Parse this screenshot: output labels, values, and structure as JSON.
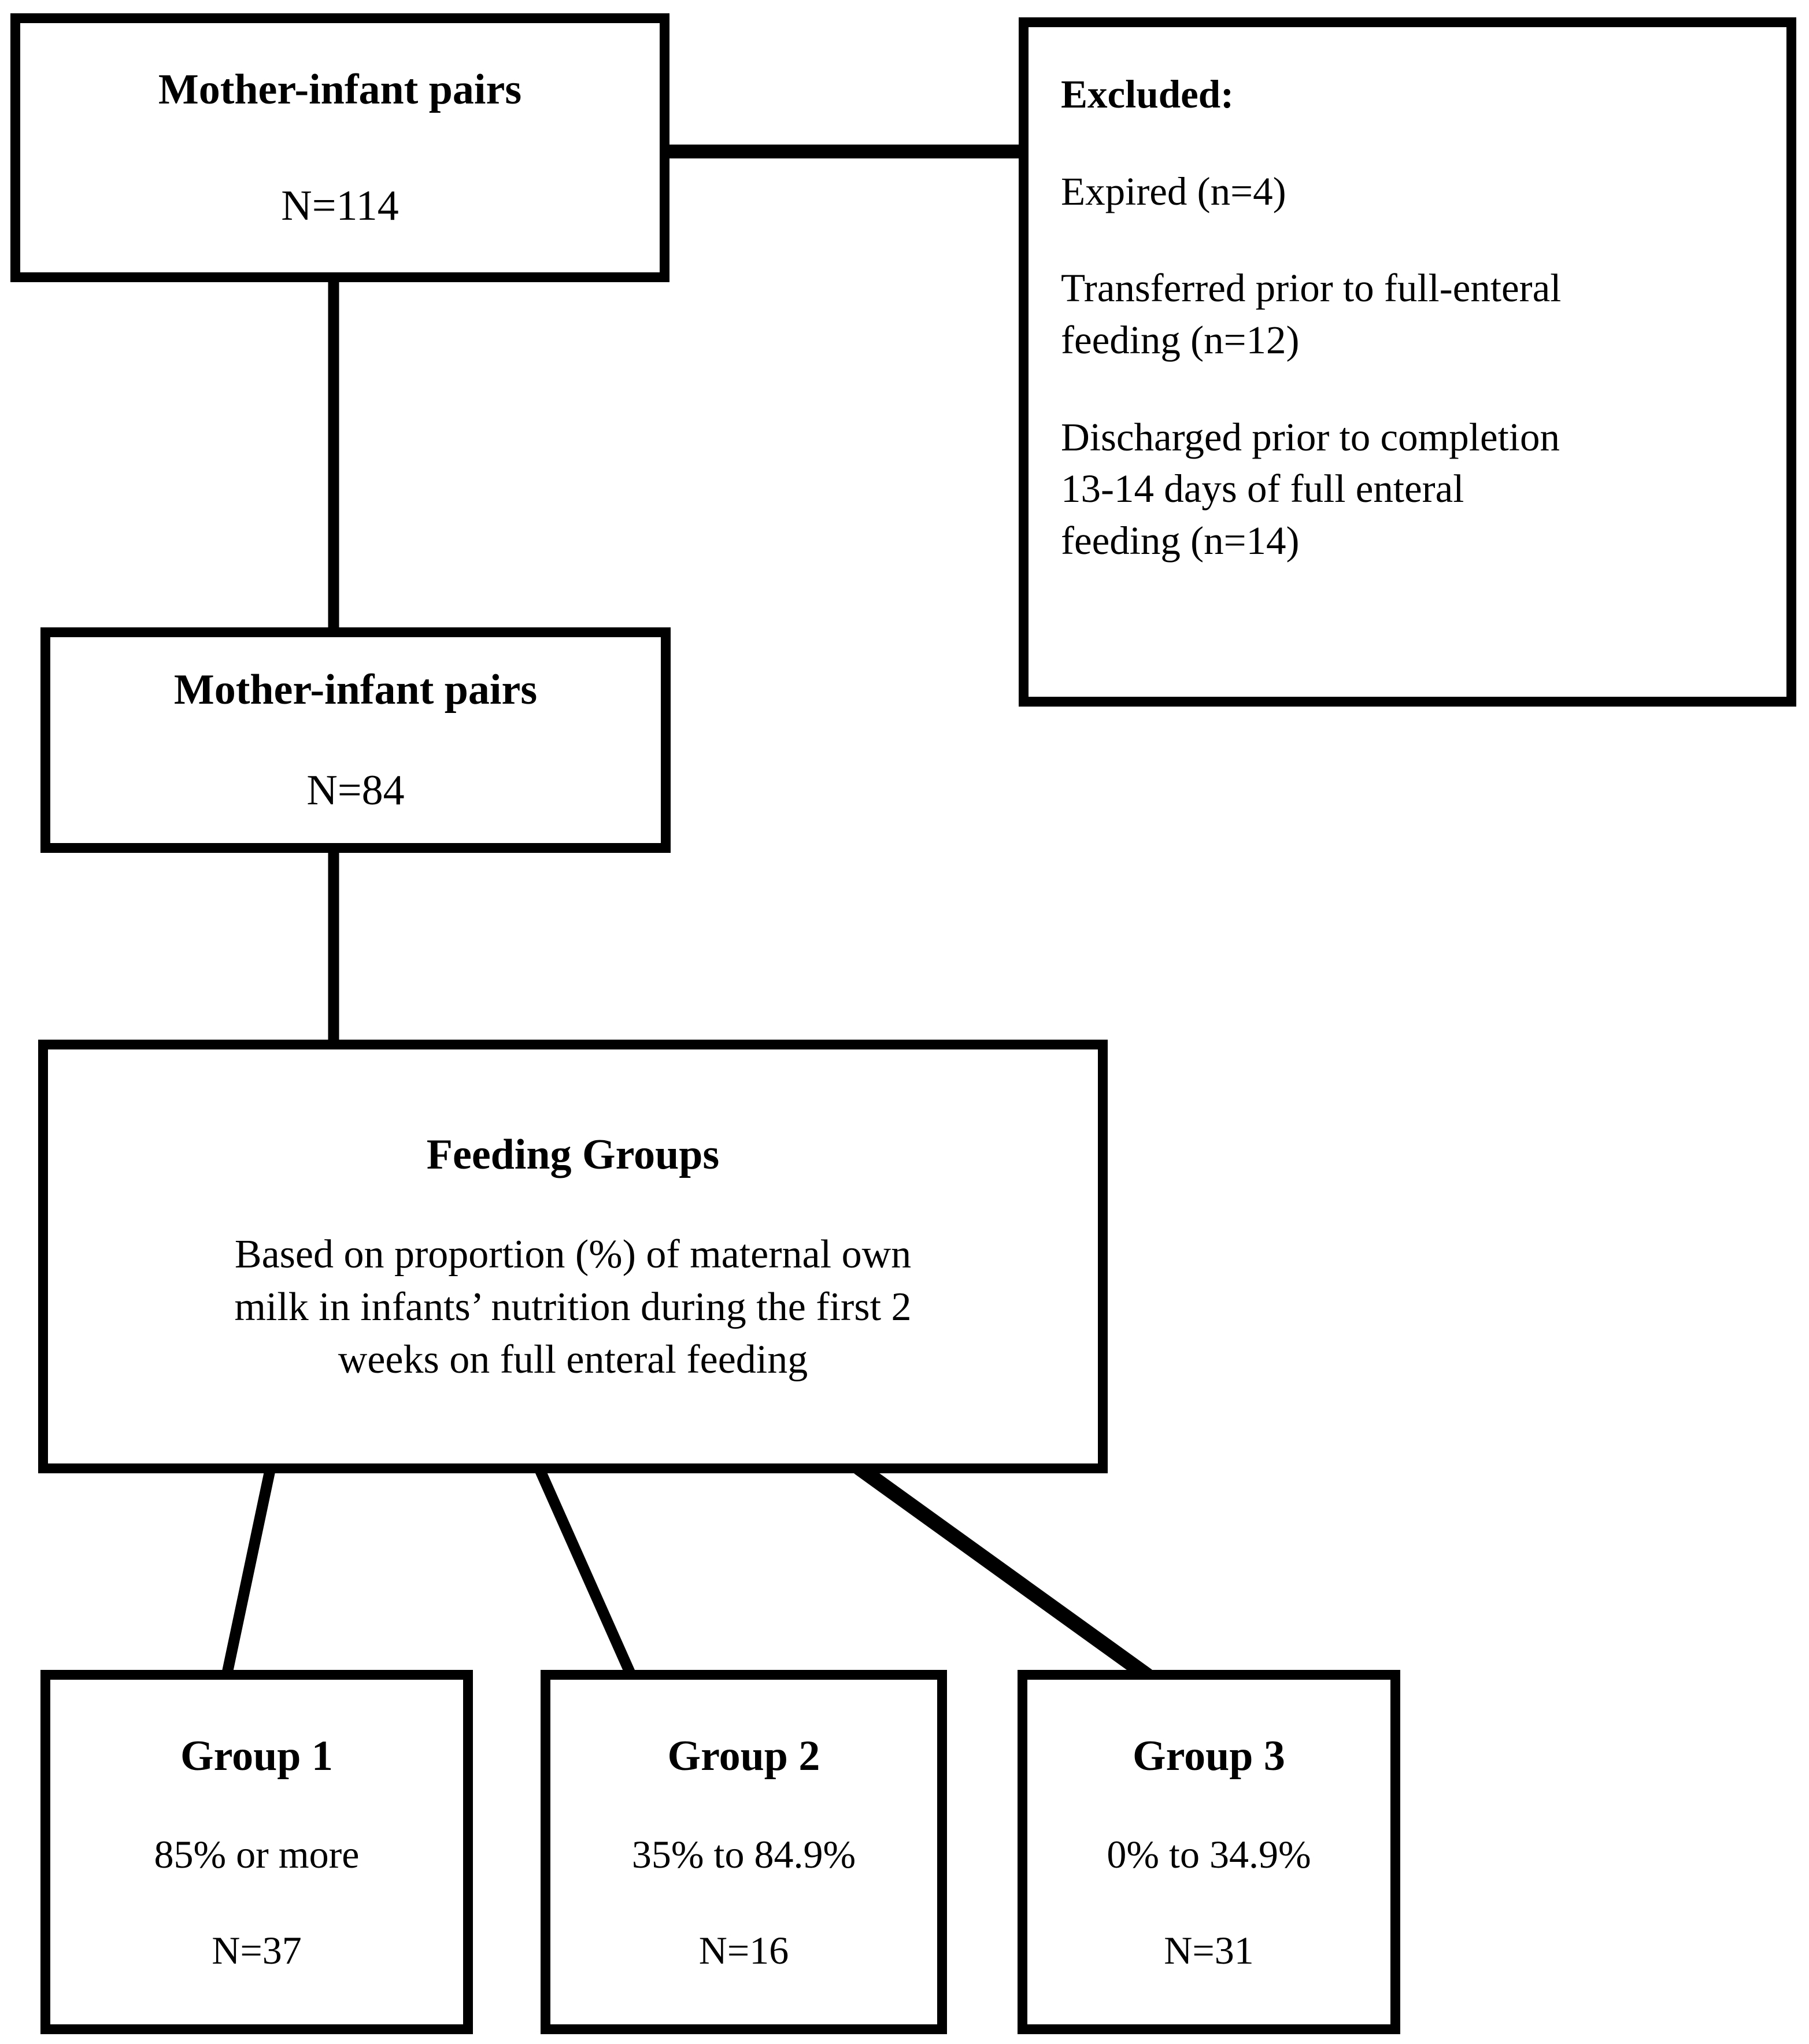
{
  "diagram": {
    "type": "study-flow-chart",
    "colors": {
      "line": "#000000",
      "box_border": "#000000",
      "background": "#ffffff",
      "text": "#000000"
    }
  },
  "nodes": {
    "cohort_initial": {
      "title": "Mother-infant pairs",
      "count": "N=114"
    },
    "excluded": {
      "title": "Excluded:",
      "reasons": [
        "Expired (n=4)",
        "Transferred prior to full-enteral feeding (n=12)",
        "Discharged prior to completion 13-14 days of full enteral feeding (n=14)"
      ],
      "reason_lines": [
        [
          "Expired (n=4)"
        ],
        [
          "Transferred prior to full-enteral",
          "feeding (n=12)"
        ],
        [
          "Discharged prior to completion",
          "13-14 days of full enteral",
          "feeding (n=14)"
        ]
      ]
    },
    "cohort_final": {
      "title": "Mother-infant pairs",
      "count": "N=84"
    },
    "feeding_groups": {
      "title": "Feeding Groups",
      "description": "Based on proportion (%) of maternal own milk in infants’ nutrition during the first 2 weeks on full enteral feeding",
      "description_lines": [
        "Based on proportion (%) of maternal own",
        "milk in infants’ nutrition during the first 2",
        "weeks on full enteral feeding"
      ]
    },
    "groups": [
      {
        "title": "Group 1",
        "range": "85% or more",
        "count": "N=37"
      },
      {
        "title": "Group 2",
        "range": "35% to 84.9%",
        "count": "N=16"
      },
      {
        "title": "Group 3",
        "range": "0% to 34.9%",
        "count": "N=31"
      }
    ]
  },
  "connectors": [
    {
      "name": "initial-to-excluded",
      "kind": "elbow-right"
    },
    {
      "name": "initial-to-final",
      "kind": "vertical"
    },
    {
      "name": "final-to-feeding",
      "kind": "vertical"
    },
    {
      "name": "feeding-to-group-1",
      "kind": "diagonal"
    },
    {
      "name": "feeding-to-group-2",
      "kind": "diagonal"
    },
    {
      "name": "feeding-to-group-3",
      "kind": "diagonal"
    }
  ]
}
